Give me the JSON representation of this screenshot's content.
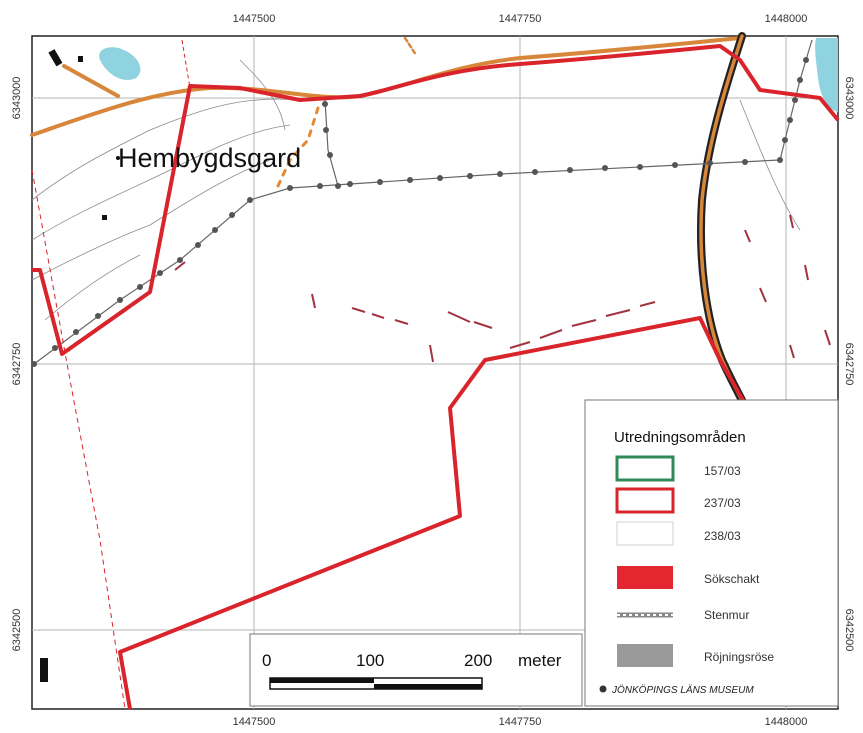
{
  "map": {
    "place_name": "Hembygdsgard",
    "grid_x_top": [
      "1447500",
      "1447750",
      "1448000"
    ],
    "grid_x_bottom": [
      "1447500",
      "1447750",
      "1448000"
    ],
    "grid_y_left": [
      "6343000",
      "6342750",
      "6342500"
    ],
    "grid_y_right": [
      "6343000",
      "6342750",
      "6342500"
    ]
  },
  "scale_bar": {
    "labels": [
      "0",
      "100",
      "200"
    ],
    "unit": "meter"
  },
  "legend": {
    "title": "Utredningsområden",
    "items": [
      {
        "label": "157/03",
        "symbol": "green-outline"
      },
      {
        "label": "237/03",
        "symbol": "red-outline"
      },
      {
        "label": "238/03",
        "symbol": "light-outline"
      },
      {
        "label": "Sökschakt",
        "symbol": "red-fill"
      },
      {
        "label": "Stenmur",
        "symbol": "dotted-line"
      },
      {
        "label": "Röjningsröse",
        "symbol": "gray-fill"
      }
    ],
    "credit": "JÖNKÖPINGS LÄNS MUSEUM"
  },
  "colors": {
    "boundary_red": "#d9242b",
    "road_orange": "#d8873a",
    "water": "#8fd3e0",
    "legend_green": "#2e8b57"
  }
}
